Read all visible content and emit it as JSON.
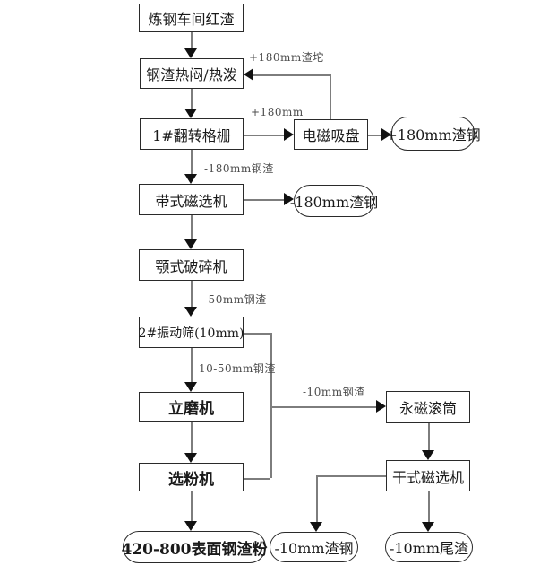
{
  "flowchart": {
    "nodes": {
      "red_slag": "炼钢车间红渣",
      "hot_braising": "钢渣热闷/热泼",
      "flip_grate_1": "1#翻转格栅",
      "electromagnet": "电磁吸盘",
      "slag_steel_p180": "+180mm渣钢",
      "belt_separator": "带式磁选机",
      "slag_steel_m180": "-180mm渣钢",
      "jaw_crusher": "颚式破碎机",
      "vibrating_screen_2": "2#振动筛(10mm)",
      "vertical_mill": "立磨机",
      "pm_drum": "永磁滚筒",
      "powder_classifier": "选粉机",
      "dry_separator": "干式磁选机",
      "surface_powder": "420-800表面钢渣粉",
      "slag_steel_m10": "-10mm渣钢",
      "tailings_m10": "-10mm尾渣"
    },
    "edge_labels": {
      "p180_lump": "+180mm渣坨",
      "p180": "+180mm",
      "m180_slag": "-180mm钢渣",
      "m50_slag": "-50mm钢渣",
      "r10_50_slag": "10-50mm钢渣",
      "m10_slag": "-10mm钢渣"
    },
    "colors": {
      "background": "#ffffff",
      "box_border": "#2a2a2a",
      "line": "#7d7d7d",
      "arrow": "#111111",
      "text": "#1a1a1a",
      "label_text": "#4d4d4d"
    }
  }
}
